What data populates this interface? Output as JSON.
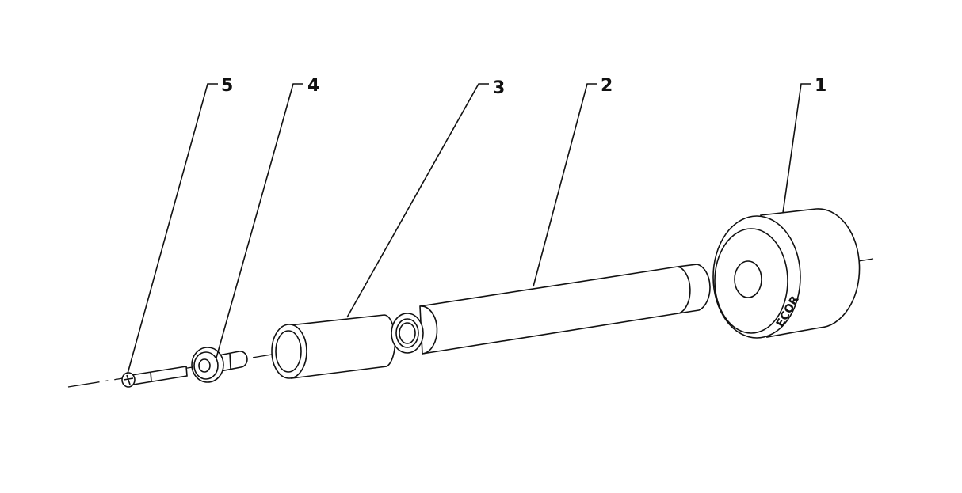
{
  "diagram": {
    "type": "exploded-assembly-drawing",
    "callouts": [
      {
        "id": "1",
        "label": "1"
      },
      {
        "id": "2",
        "label": "2"
      },
      {
        "id": "3",
        "label": "3"
      },
      {
        "id": "4",
        "label": "4"
      },
      {
        "id": "5",
        "label": "5"
      }
    ],
    "engraved_text": "ECOR"
  }
}
